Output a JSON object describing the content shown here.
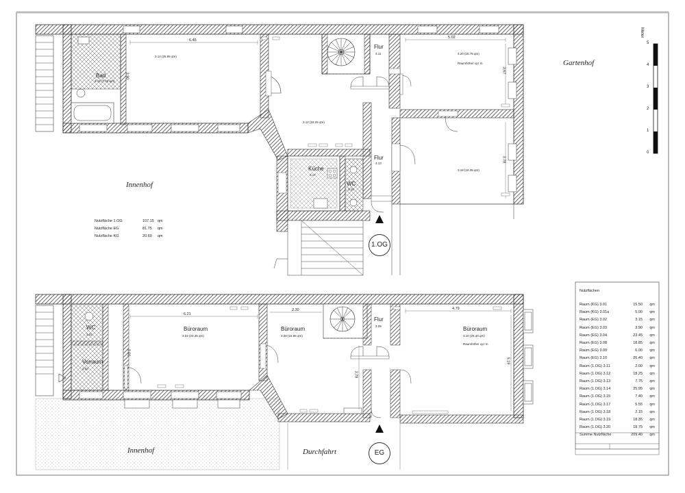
{
  "labels": {
    "gartenhof": "Gartenhof",
    "innenhof_og": "Innenhof",
    "innenhof_eg": "Innenhof",
    "durchfahrt": "Durchfahrt",
    "floor_og": "1.OG",
    "floor_eg": "EG"
  },
  "rooms_og": [
    {
      "name": "Bad",
      "number": "3.15 (7.40 qm)"
    },
    {
      "name": "",
      "number": "3.14 (25.95 qm)"
    },
    {
      "name": "Flur",
      "number": "3.11"
    },
    {
      "name": "",
      "number": "3.20 (18.75 qm)",
      "note": "Raumhöher xyz m"
    },
    {
      "name": "",
      "number": "3.12 (18.25 qm)"
    },
    {
      "name": "Flur",
      "number": "3.13"
    },
    {
      "name": "Küche",
      "number": "3.17"
    },
    {
      "name": "WC",
      "number": "3.16"
    },
    {
      "name": "",
      "number": "3.18 (18.35 qm)"
    }
  ],
  "rooms_eg": [
    {
      "name": "WC",
      "number": "3.02"
    },
    {
      "name": "Vorraum",
      "number": "3.03"
    },
    {
      "name": "Büroraum",
      "number": "3.04 (23.45 qm)"
    },
    {
      "name": "Büroraum",
      "number": "3.08 (18.85 qm)"
    },
    {
      "name": "Flur",
      "number": "3.09"
    },
    {
      "name": "Büroraum",
      "number": "3.10 (25.40 qm)",
      "note": "Raumhöher xyz m"
    }
  ],
  "dimensions": {
    "og_3_14_width": "6.45",
    "og_3_14_height": "3.90",
    "og_3_20_width": "5.02",
    "og_3_20_height": "3.67",
    "og_3_18_height": "3.78",
    "eg_3_04_width": "6.21",
    "eg_3_04_height": "3.50",
    "eg_3_08_width": "2.30",
    "eg_3_08_height": "3.78",
    "eg_3_10_width": "4.79",
    "eg_3_10_height": "5.19"
  },
  "summary": [
    {
      "label": "Nutzfläche 1.OG",
      "value": "107.15",
      "unit": "qm"
    },
    {
      "label": "Nutzfläche EG",
      "value": "81.75",
      "unit": "qm"
    },
    {
      "label": "Nutzfläche KG",
      "value": "20.60",
      "unit": "qm"
    }
  ],
  "legend": {
    "title": "Nutzflächen",
    "rows": [
      {
        "room": "Raum (KG) 3.01",
        "area": "15.50",
        "unit": "qm"
      },
      {
        "room": "Raum (KG) 3.01a",
        "area": "5.00",
        "unit": "qm"
      },
      {
        "room": "Raum (EG) 3.02",
        "area": "3.15",
        "unit": "qm"
      },
      {
        "room": "Raum (EG) 3.03",
        "area": "3.90",
        "unit": "qm"
      },
      {
        "room": "Raum (EG) 3.04",
        "area": "23.45",
        "unit": "qm"
      },
      {
        "room": "Raum (EG) 3.08",
        "area": "18.85",
        "unit": "qm"
      },
      {
        "room": "Raum (EG) 3.09",
        "area": "6.00",
        "unit": "qm"
      },
      {
        "room": "Raum (EG) 3.10",
        "area": "26.40",
        "unit": "qm"
      },
      {
        "room": "Raum (1.OG) 3.11",
        "area": "2.00",
        "unit": "qm"
      },
      {
        "room": "Raum (1.OG) 3.12",
        "area": "18.25",
        "unit": "qm"
      },
      {
        "room": "Raum (1.OG) 3.13",
        "area": "7.75",
        "unit": "qm"
      },
      {
        "room": "Raum (1.OG) 3.14",
        "area": "25.95",
        "unit": "qm"
      },
      {
        "room": "Raum (1.OG) 3.15",
        "area": "7.40",
        "unit": "qm"
      },
      {
        "room": "Raum (1.OG) 3.17",
        "area": "5.55",
        "unit": "qm"
      },
      {
        "room": "Raum (1.OG) 3.18",
        "area": "2.15",
        "unit": "qm"
      },
      {
        "room": "Raum (1.OG) 3.19",
        "area": "18.35",
        "unit": "qm"
      },
      {
        "room": "Raum (1.OG) 3.20",
        "area": "18.75",
        "unit": "qm"
      }
    ],
    "total_label": "Summe Nutzfläche",
    "total_value": "209.40",
    "total_unit": "qm"
  },
  "scale_bar": {
    "unit": "Meter",
    "ticks": [
      "5",
      "4",
      "3",
      "2",
      "1",
      "0"
    ]
  }
}
